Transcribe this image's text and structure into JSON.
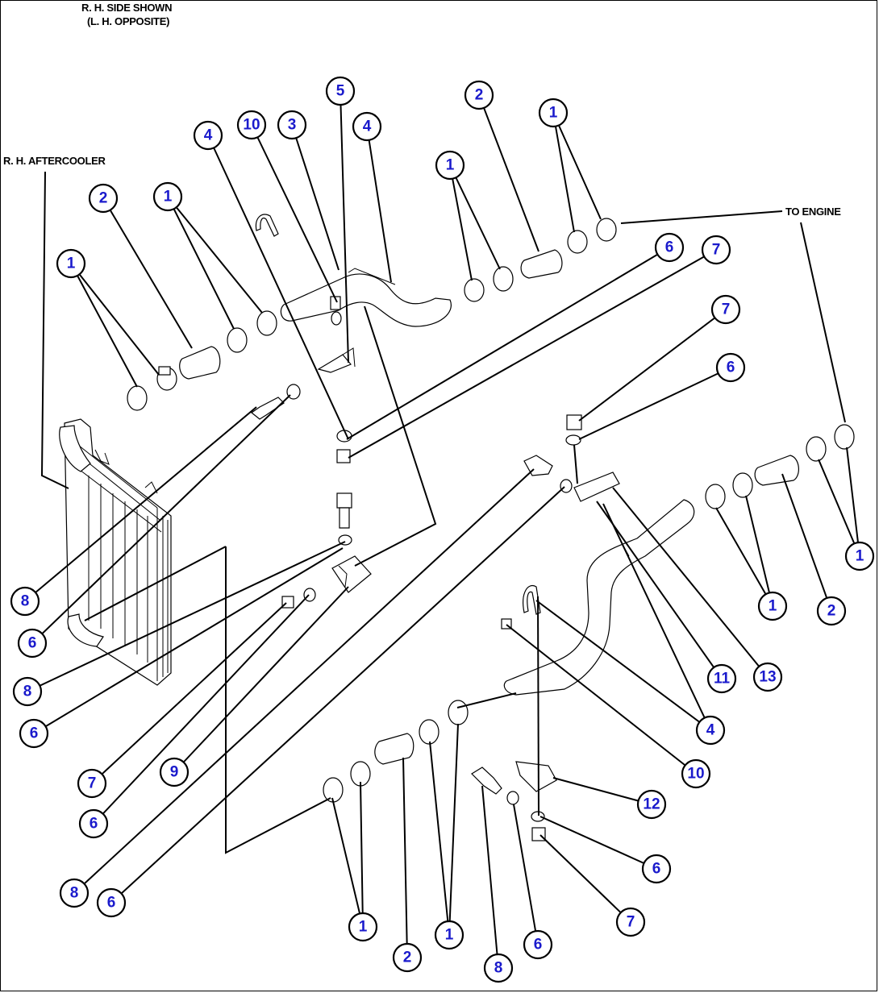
{
  "title_line1": "R. H. SIDE SHOWN",
  "title_line2": "(L. H. OPPOSITE)",
  "label_aftercooler": "R. H. AFTERCOOLER",
  "label_to_engine": "TO ENGINE",
  "callouts": [
    {
      "id": "c-5a",
      "num": "5"
    },
    {
      "id": "c-10a",
      "num": "10"
    },
    {
      "id": "c-3",
      "num": "3"
    },
    {
      "id": "c-4a",
      "num": "4"
    },
    {
      "id": "c-4b",
      "num": "4"
    },
    {
      "id": "c-2a",
      "num": "2"
    },
    {
      "id": "c-1a",
      "num": "1"
    },
    {
      "id": "c-1b",
      "num": "1"
    },
    {
      "id": "c-2b",
      "num": "2"
    },
    {
      "id": "c-1c",
      "num": "1"
    },
    {
      "id": "c-1d",
      "num": "1"
    },
    {
      "id": "c-6a",
      "num": "6"
    },
    {
      "id": "c-7a",
      "num": "7"
    },
    {
      "id": "c-7b",
      "num": "7"
    },
    {
      "id": "c-6b",
      "num": "6"
    },
    {
      "id": "c-1e",
      "num": "1"
    },
    {
      "id": "c-1f",
      "num": "1"
    },
    {
      "id": "c-2c",
      "num": "2"
    },
    {
      "id": "c-11",
      "num": "11"
    },
    {
      "id": "c-13",
      "num": "13"
    },
    {
      "id": "c-4c",
      "num": "4"
    },
    {
      "id": "c-10b",
      "num": "10"
    },
    {
      "id": "c-12",
      "num": "12"
    },
    {
      "id": "c-6c",
      "num": "6"
    },
    {
      "id": "c-7c",
      "num": "7"
    },
    {
      "id": "c-8a",
      "num": "8"
    },
    {
      "id": "c-6d",
      "num": "6"
    },
    {
      "id": "c-8b",
      "num": "8"
    },
    {
      "id": "c-6e",
      "num": "6"
    },
    {
      "id": "c-7d",
      "num": "7"
    },
    {
      "id": "c-9",
      "num": "9"
    },
    {
      "id": "c-6f",
      "num": "6"
    },
    {
      "id": "c-8c",
      "num": "8"
    },
    {
      "id": "c-6g",
      "num": "6"
    },
    {
      "id": "c-1g",
      "num": "1"
    },
    {
      "id": "c-2d",
      "num": "2"
    },
    {
      "id": "c-1h",
      "num": "1"
    },
    {
      "id": "c-8d",
      "num": "8"
    },
    {
      "id": "c-6h",
      "num": "6"
    }
  ]
}
